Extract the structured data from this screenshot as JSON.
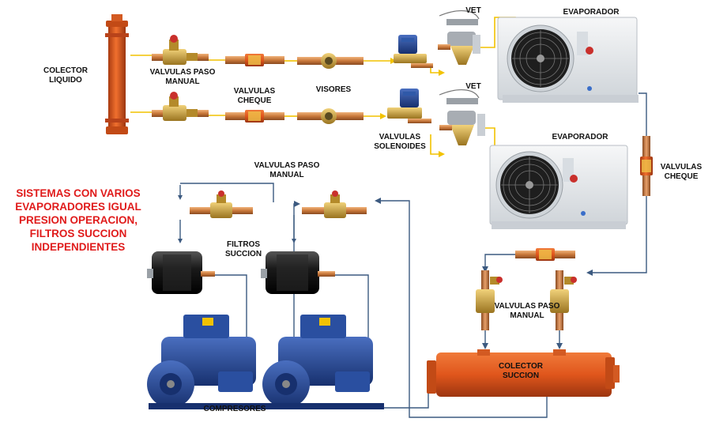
{
  "diagram": {
    "note": "SISTEMAS CON VARIOS EVAPORADORES IGUAL PRESION OPERACION, FILTROS SUCCION INDEPENDIENTES",
    "labels": {
      "colector_liquido": "COLECTOR LIQUIDO",
      "valvulas_paso_manual_top": "VALVULAS PASO MANUAL",
      "valvulas_cheque_top": "VALVULAS CHEQUE",
      "visores": "VISORES",
      "valvulas_solenoides": "VALVULAS SOLENOIDES",
      "vet_1": "VET",
      "vet_2": "VET",
      "evaporador_1": "EVAPORADOR",
      "evaporador_2": "EVAPORADOR",
      "valvulas_cheque_right": "VALVULAS CHEQUE",
      "valvulas_paso_manual_suction": "VALVULAS PASO MANUAL",
      "filtros_succion": "FILTROS SUCCION",
      "compresores": "COMPRESORES",
      "valvulas_paso_manual_bottom": "VALVULAS PASO MANUAL",
      "colector_succion": "COLECTOR SUCCION"
    },
    "colors": {
      "liquid_line": "#f2c200",
      "suction_line": "#3c5a80",
      "receiver": "#e0561c",
      "copper": "#c9783a",
      "brass": "#c9a23a",
      "evaporator_body": "#e9ecef",
      "compressor": "#1e3f8f",
      "filter": "#1a1a1a",
      "note": "#e01b1b"
    }
  }
}
